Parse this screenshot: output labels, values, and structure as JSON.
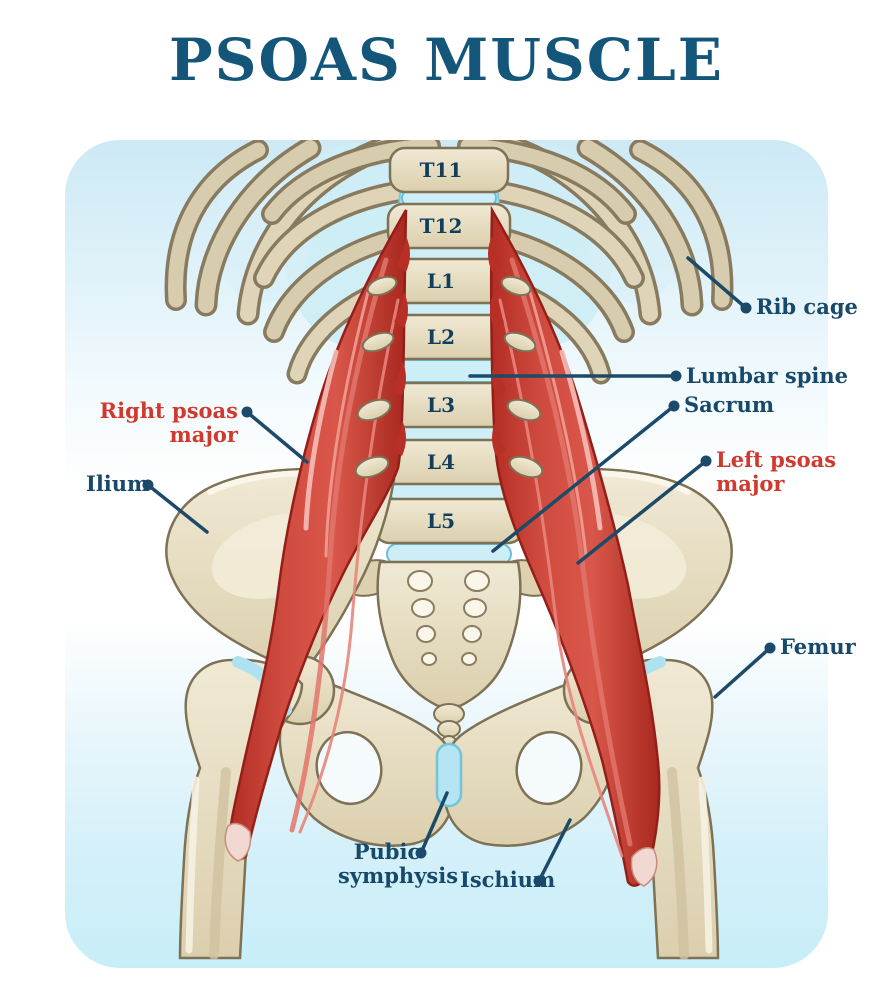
{
  "title": "PSOAS MUSCLE",
  "vertebrae": [
    {
      "label": "T11"
    },
    {
      "label": "T12"
    },
    {
      "label": "L1"
    },
    {
      "label": "L2"
    },
    {
      "label": "L3"
    },
    {
      "label": "L4"
    },
    {
      "label": "L5"
    }
  ],
  "labels": {
    "rib_cage": "Rib cage",
    "lumbar_spine": "Lumbar spine",
    "sacrum": "Sacrum",
    "left_psoas_major": "Left psoas major",
    "right_psoas_major": "Right psoas major",
    "ilium": "Ilium",
    "femur": "Femur",
    "pubic_symphysis": "Pubic symphysis",
    "ischium": "Ischium"
  },
  "colors": {
    "title_text": "#14567a",
    "label_text": "#17496a",
    "muscle_label_text": "#d0392e",
    "leader_line": "#1c4a68",
    "muscle_red": "#cf4237",
    "bone": "#e7ddc2",
    "cartilage_blue": "#bfe8f3",
    "panel_blue_top": "#cde9f5",
    "panel_blue_bottom": "#c7eef8"
  }
}
